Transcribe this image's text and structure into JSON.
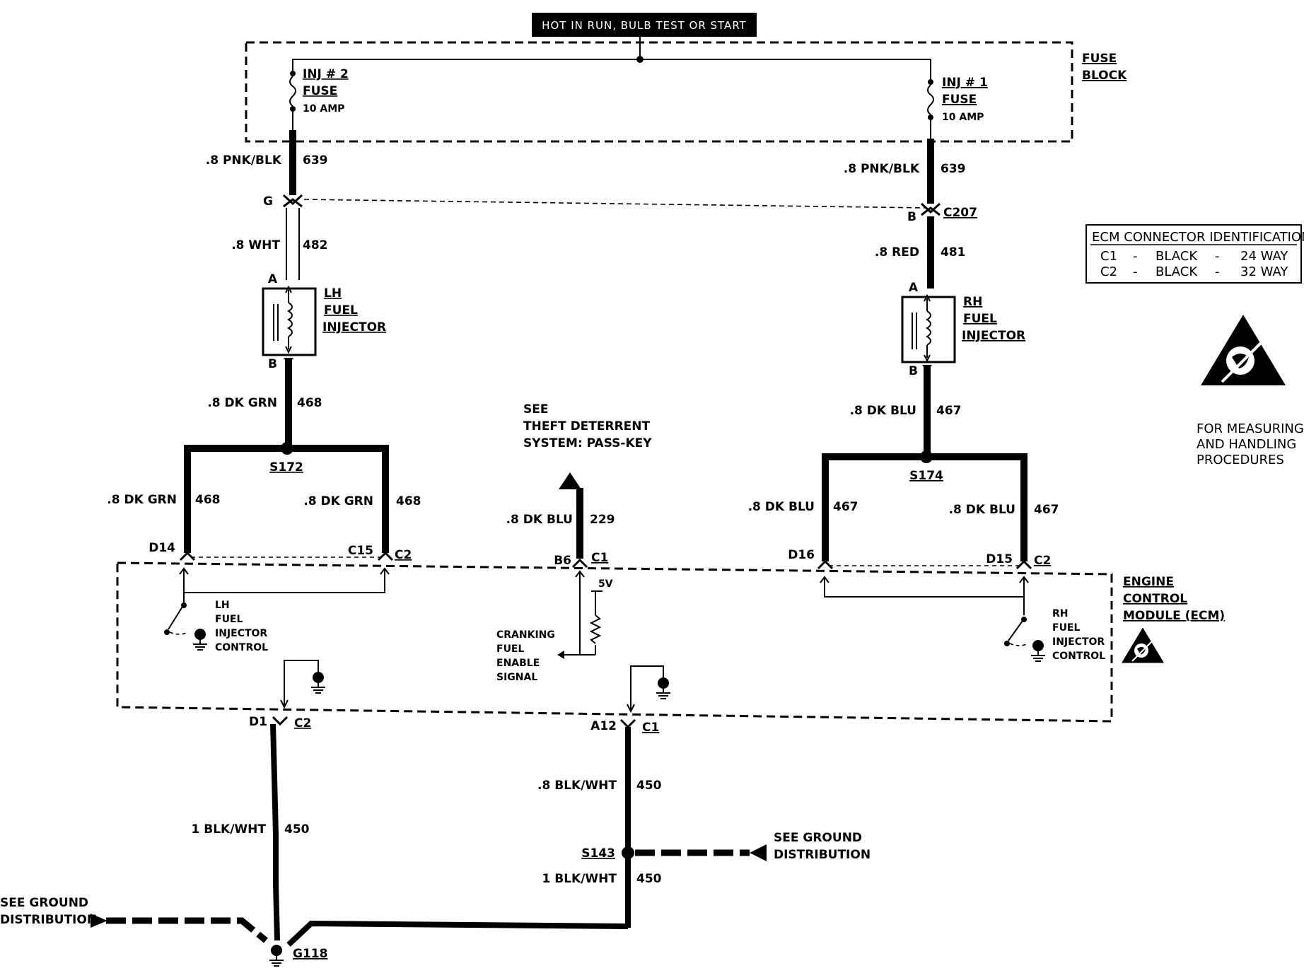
{
  "header": {
    "label": "HOT IN RUN, BULB TEST OR START"
  },
  "fuse_block": {
    "line1": "FUSE",
    "line2": "BLOCK"
  },
  "fuses": {
    "left": {
      "line1": "INJ # 2",
      "line2": "FUSE",
      "rating": "10 AMP"
    },
    "right": {
      "line1": "INJ # 1",
      "line2": "FUSE",
      "rating": "10 AMP"
    }
  },
  "wires": {
    "lh_supply": {
      "color": ".8 PNK/BLK",
      "circuit": "639"
    },
    "rh_supply": {
      "color": ".8 PNK/BLK",
      "circuit": "639"
    },
    "lh_feed": {
      "color": ".8 WHT",
      "circuit": "482"
    },
    "rh_feed": {
      "color": ".8 RED",
      "circuit": "481"
    },
    "lh_ctrl": {
      "color": ".8 DK GRN",
      "circuit": "468"
    },
    "lh_ctrl_a": {
      "color": ".8 DK GRN",
      "circuit": "468"
    },
    "lh_ctrl_b": {
      "color": ".8 DK GRN",
      "circuit": "468"
    },
    "rh_ctrl": {
      "color": ".8 DK BLU",
      "circuit": "467"
    },
    "rh_ctrl_a": {
      "color": ".8 DK BLU",
      "circuit": "467"
    },
    "rh_ctrl_b": {
      "color": ".8 DK BLU",
      "circuit": "467"
    },
    "theft": {
      "color": ".8 DK BLU",
      "circuit": "229"
    },
    "gnd_left": {
      "color": "1 BLK/WHT",
      "circuit": "450"
    },
    "gnd_right_up": {
      "color": ".8 BLK/WHT",
      "circuit": "450"
    },
    "gnd_right_dn": {
      "color": "1 BLK/WHT",
      "circuit": "450"
    }
  },
  "connectors": {
    "g": "G",
    "b_c207": "B",
    "c207": "C207",
    "lh_inj_a": "A",
    "lh_inj_b": "B",
    "rh_inj_a": "A",
    "rh_inj_b": "B",
    "d14": "D14",
    "c15": "C15",
    "c2_a": "C2",
    "b6": "B6",
    "c1_a": "C1",
    "d16": "D16",
    "d15": "D15",
    "c2_b": "C2",
    "d1": "D1",
    "c2_c": "C2",
    "a12": "A12",
    "c1_b": "C1"
  },
  "splices": {
    "s172": "S172",
    "s174": "S174",
    "s143": "S143"
  },
  "ground": {
    "g118": "G118"
  },
  "injectors": {
    "lh": {
      "line1": "LH",
      "line2": "FUEL",
      "line3": "INJECTOR"
    },
    "rh": {
      "line1": "RH",
      "line2": "FUEL",
      "line3": "INJECTOR"
    }
  },
  "theft_note": {
    "line1": "SEE",
    "line2": "THEFT DETERRENT",
    "line3": "SYSTEM: PASS-KEY"
  },
  "ecm": {
    "title1": "ENGINE",
    "title2": "CONTROL",
    "title3": "MODULE (ECM)",
    "lh_ctrl": {
      "line1": "LH",
      "line2": "FUEL",
      "line3": "INJECTOR",
      "line4": "CONTROL"
    },
    "rh_ctrl": {
      "line1": "RH",
      "line2": "FUEL",
      "line3": "INJECTOR",
      "line4": "CONTROL"
    },
    "volts": "5V",
    "crank": {
      "line1": "CRANKING",
      "line2": "FUEL",
      "line3": "ENABLE",
      "line4": "SIGNAL"
    }
  },
  "see_ground": {
    "line1": "SEE GROUND",
    "line2": "DISTRIBUTION"
  },
  "see_ground_left": {
    "line1": "SEE GROUND",
    "line2": "DISTRIBUTION"
  },
  "connector_table": {
    "title": "ECM CONNECTOR IDENTIFICATION",
    "rows": [
      {
        "id": "C1",
        "sep": "-",
        "color": "BLACK",
        "dash": "-",
        "size": "24 WAY"
      },
      {
        "id": "C2",
        "sep": "-",
        "color": "BLACK",
        "dash": "-",
        "size": "32 WAY"
      }
    ]
  },
  "esd_note": {
    "line1": "FOR MEASURING",
    "line2": "AND HANDLING",
    "line3": "PROCEDURES"
  },
  "icons": [
    "esd-warning-icon",
    "ground-symbol-icon",
    "fuse-icon",
    "injector-coil-icon",
    "switch-icon",
    "resistor-icon"
  ]
}
